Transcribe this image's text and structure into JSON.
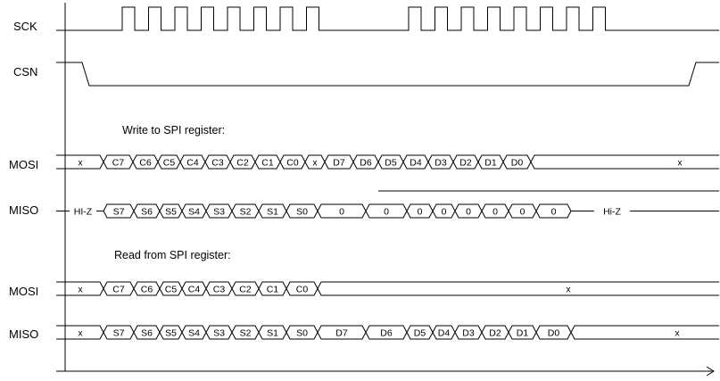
{
  "signals": {
    "sck": "SCK",
    "csn": "CSN",
    "mosi_write": "MOSI",
    "miso_write": "MISO",
    "mosi_read": "MOSI",
    "miso_read": "MISO"
  },
  "sections": {
    "write_title": "Write to SPI register:",
    "read_title": "Read from SPI register:"
  },
  "write_mosi": {
    "lead": "x",
    "cells": [
      "C7",
      "C6",
      "C5",
      "C4",
      "C3",
      "C2",
      "C1",
      "C0",
      "x",
      "D7",
      "D6",
      "D5",
      "D4",
      "D3",
      "D2",
      "D1",
      "D0",
      "x"
    ]
  },
  "write_miso": {
    "lead": "HI-Z",
    "cells": [
      "S7",
      "S6",
      "S5",
      "S4",
      "S3",
      "S2",
      "S1",
      "S0",
      "0",
      "0",
      "0",
      "0",
      "0",
      "0",
      "0",
      "0"
    ],
    "tail": "Hi-Z"
  },
  "read_mosi": {
    "lead": "x",
    "cells": [
      "C7",
      "C6",
      "C5",
      "C4",
      "C3",
      "C2",
      "C1",
      "C0"
    ],
    "tail": "x"
  },
  "read_miso": {
    "lead": "x",
    "cells": [
      "S7",
      "S6",
      "S5",
      "S4",
      "S3",
      "S2",
      "S1",
      "S0",
      "D7",
      "D6",
      "D5",
      "D4",
      "D3",
      "D2",
      "D1",
      "D0"
    ],
    "tail": "x"
  }
}
